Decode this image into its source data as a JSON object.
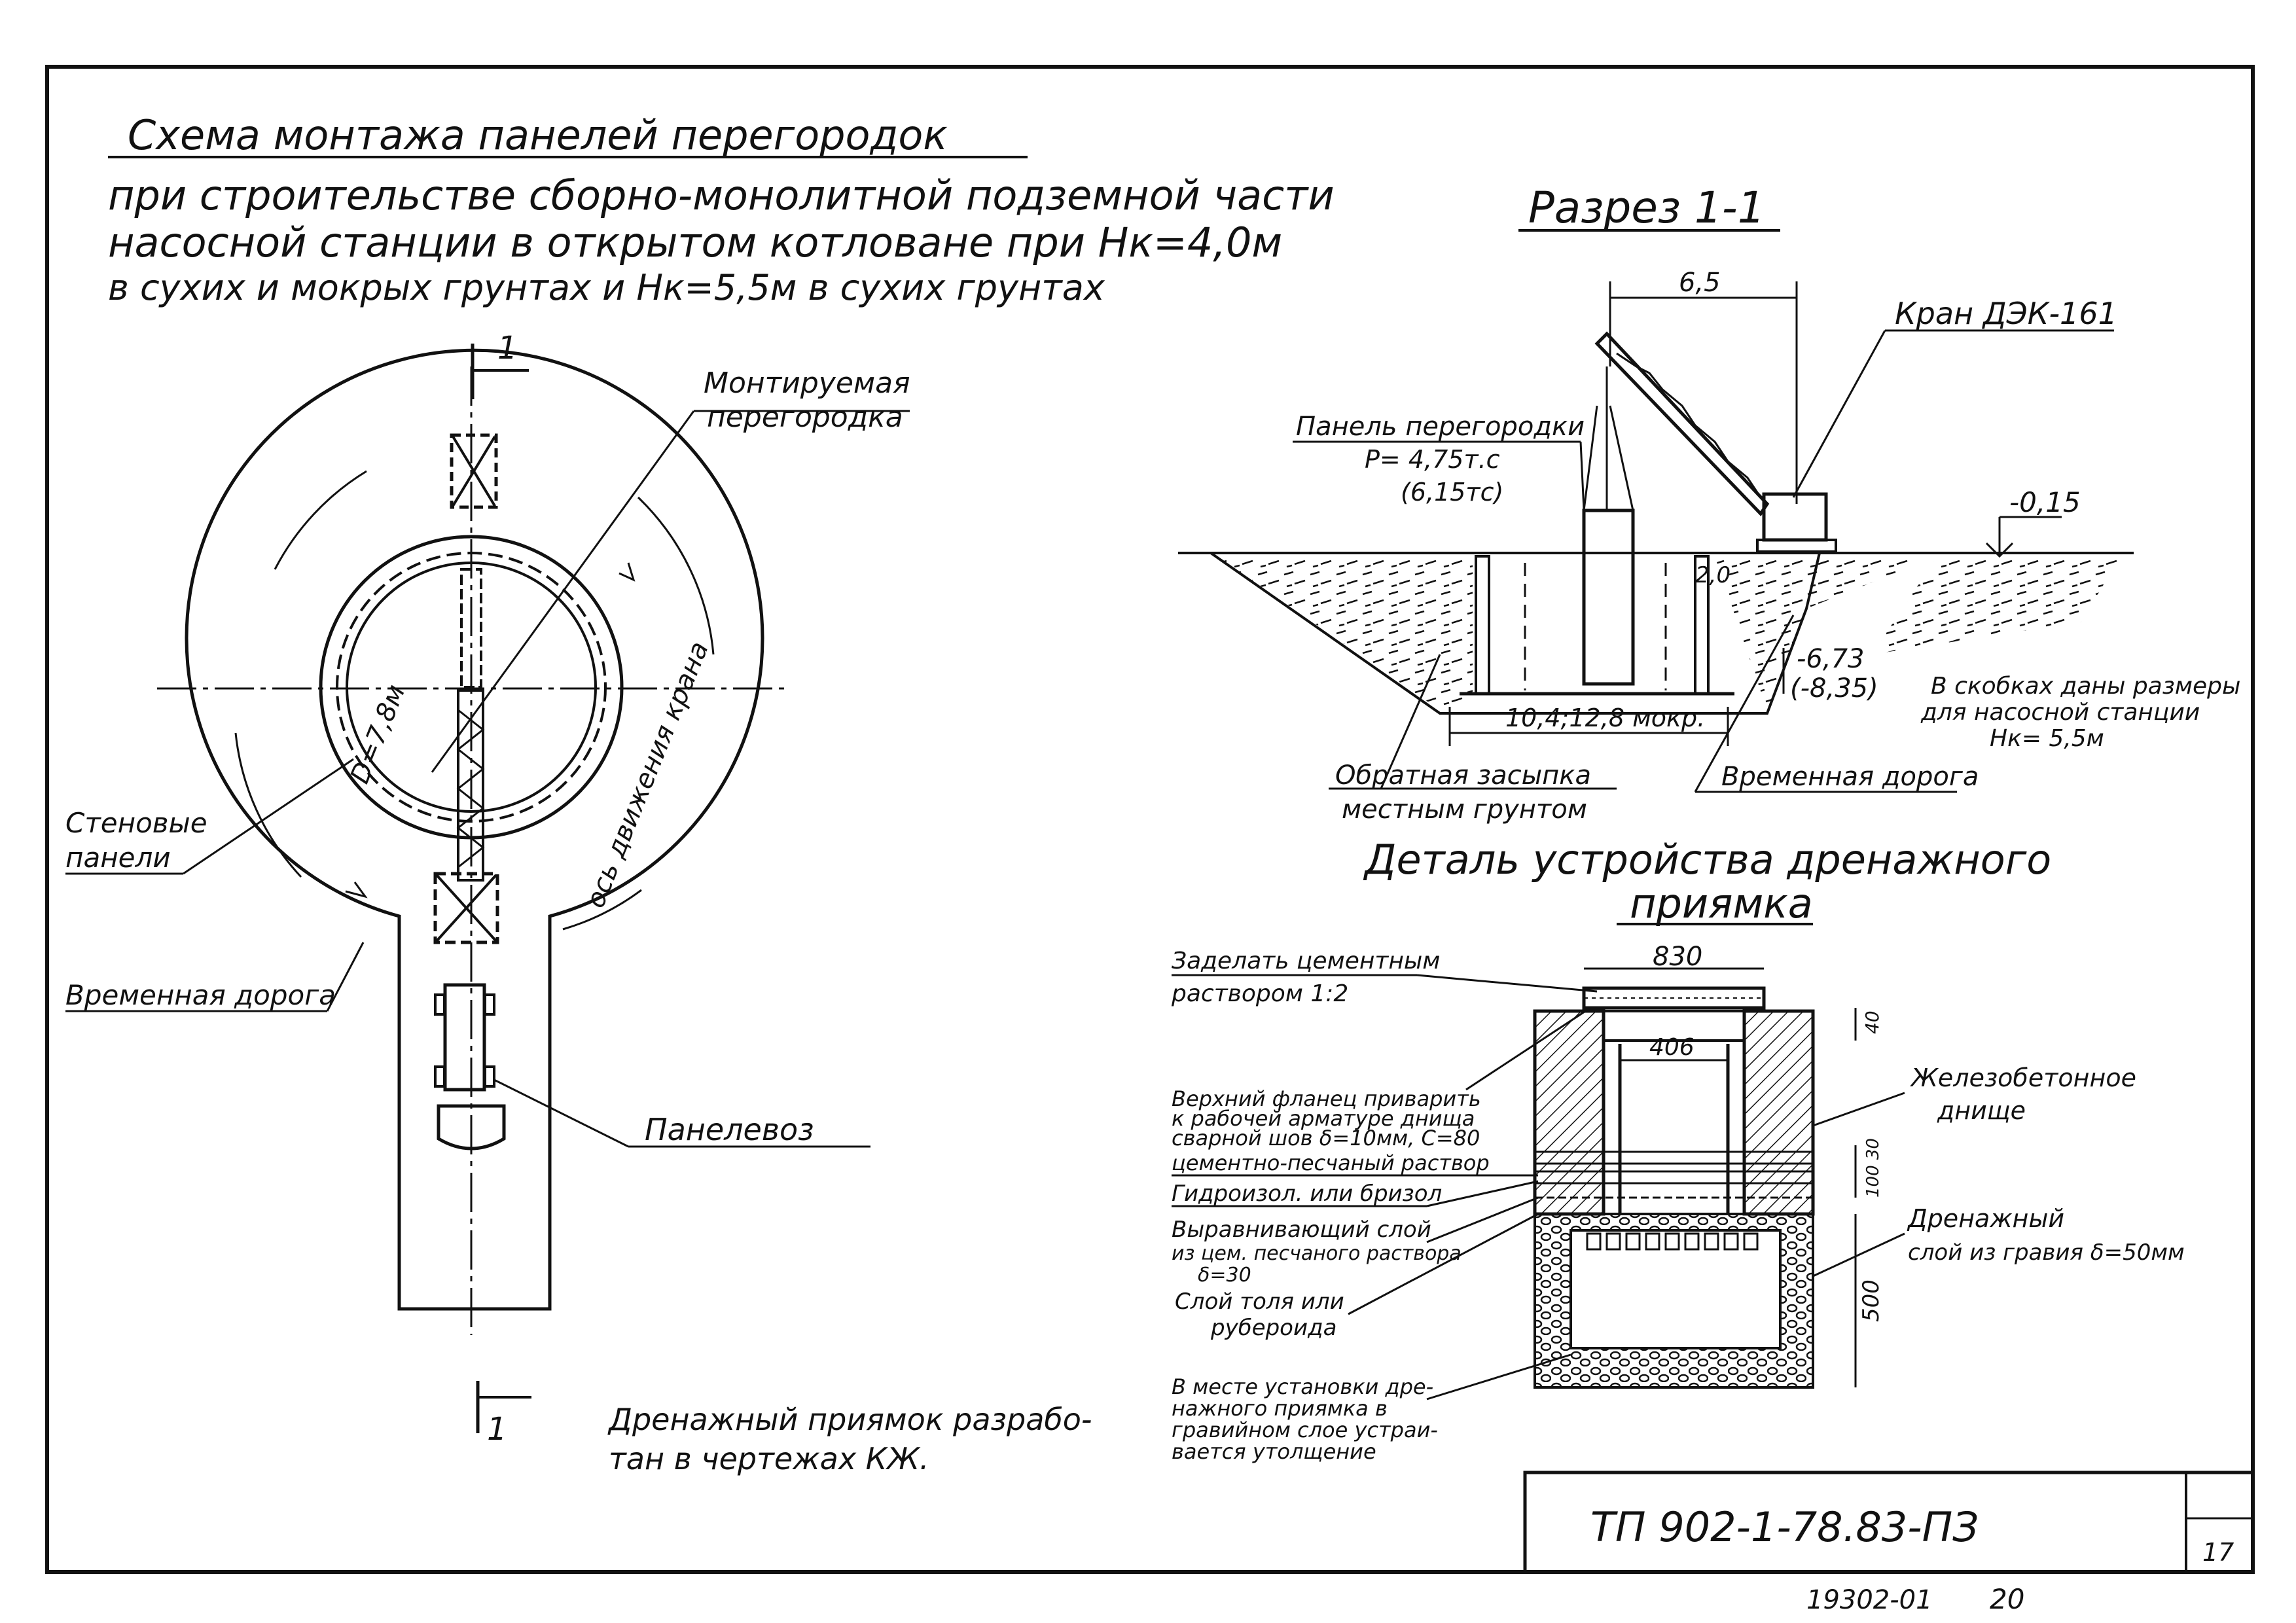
{
  "title": {
    "line1": "Схема монтажа панелей перегородок",
    "line2": "при строительстве сборно-монолитной подземной части",
    "line3": "насосной станции в открытом котловане при Нк=4,0м",
    "line4": "в сухих и мокрых грунтах и Нк=5,5м в сухих грунтах"
  },
  "plan": {
    "section_mark_top": "1",
    "section_mark_bottom": "1",
    "label_partition": [
      "Монтируемая",
      "перегородка"
    ],
    "diameter": "D=7,8м",
    "crane_axis": "ось движения крана",
    "label_wall_panels": [
      "Стеновые",
      "панели"
    ],
    "label_road": "Временная дорога",
    "label_panel_truck": "Панелевоз",
    "note": [
      "Дренажный приямок разрабо-",
      "тан в чертежах КЖ."
    ]
  },
  "section": {
    "title": "Разрез 1-1",
    "dim_65": "6,5",
    "crane": "Кран ДЭК-161",
    "panel_label": "Панель перегородки",
    "panel_weight": "Р= 4,75т.с",
    "panel_weight_alt": "(6,15тс)",
    "level_top": "-0,15",
    "dim_20": "2,0",
    "level_bottom": "-6,73",
    "level_bottom_alt": "(-8,35)",
    "bottom_dim": "10,4;12,8 мокр.",
    "backfill": [
      "Обратная засыпка",
      "местным грунтом"
    ],
    "temp_road": "Временная дорога",
    "bracket_note": [
      "В скобках даны размеры",
      "для насосной станции",
      "Нк= 5,5м"
    ]
  },
  "detail": {
    "title": [
      "Деталь устройства дренажного",
      "приямка"
    ],
    "dim_830": "830",
    "dim_406": "406",
    "dim_40": "40",
    "dim_500": "500",
    "dim_mid": "100 30",
    "label_seal": [
      "Заделать цементным",
      "раствором 1:2"
    ],
    "label_flange": [
      "Верхний фланец приварить",
      "к рабочей арматуре днища",
      "сварной шов δ=10мм, С=80"
    ],
    "label_cement": "цементно-песчаный раствор",
    "label_hydro": "Гидроизол. или бризол",
    "label_level": [
      "Выравнивающий слой",
      "из цем. песчаного раствора",
      "δ=30"
    ],
    "label_roof": [
      "Слой толя или",
      "рубероида"
    ],
    "label_rc_bottom": [
      "Железобетонное",
      "днище"
    ],
    "label_drain": [
      "Дренажный",
      "слой из гравия δ=50мм"
    ],
    "label_thick": [
      "В месте установки дре-",
      "нажного приямка в",
      "гравийном слое устраи-",
      "вается утолщение"
    ]
  },
  "stamp": {
    "code": "ТП 902-1-78.83-ПЗ",
    "sheet": "17",
    "inv": "19302-01",
    "page": "20"
  }
}
